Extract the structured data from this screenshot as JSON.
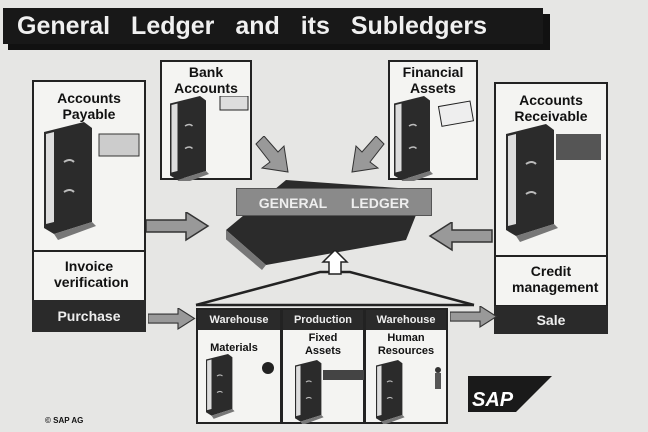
{
  "title": "General Ledger and its Subledgers",
  "general_ledger": "GENERAL LEDGER",
  "subledgers": {
    "accounts_payable": "Accounts Payable",
    "bank_accounts": "Bank Accounts",
    "financial_assets": "Financial Assets",
    "accounts_receivable": "Accounts Receivable"
  },
  "processes": {
    "invoice_verification": "Invoice verification",
    "purchase": "Purchase",
    "credit_management": "Credit management",
    "sale": "Sale"
  },
  "bottom": [
    {
      "header": "Warehouse",
      "label": "Materials"
    },
    {
      "header": "Production",
      "label": "Fixed Assets"
    },
    {
      "header": "Warehouse",
      "label": "Human Resources"
    }
  ],
  "logo": "SAP",
  "copyright": "© SAP AG"
}
